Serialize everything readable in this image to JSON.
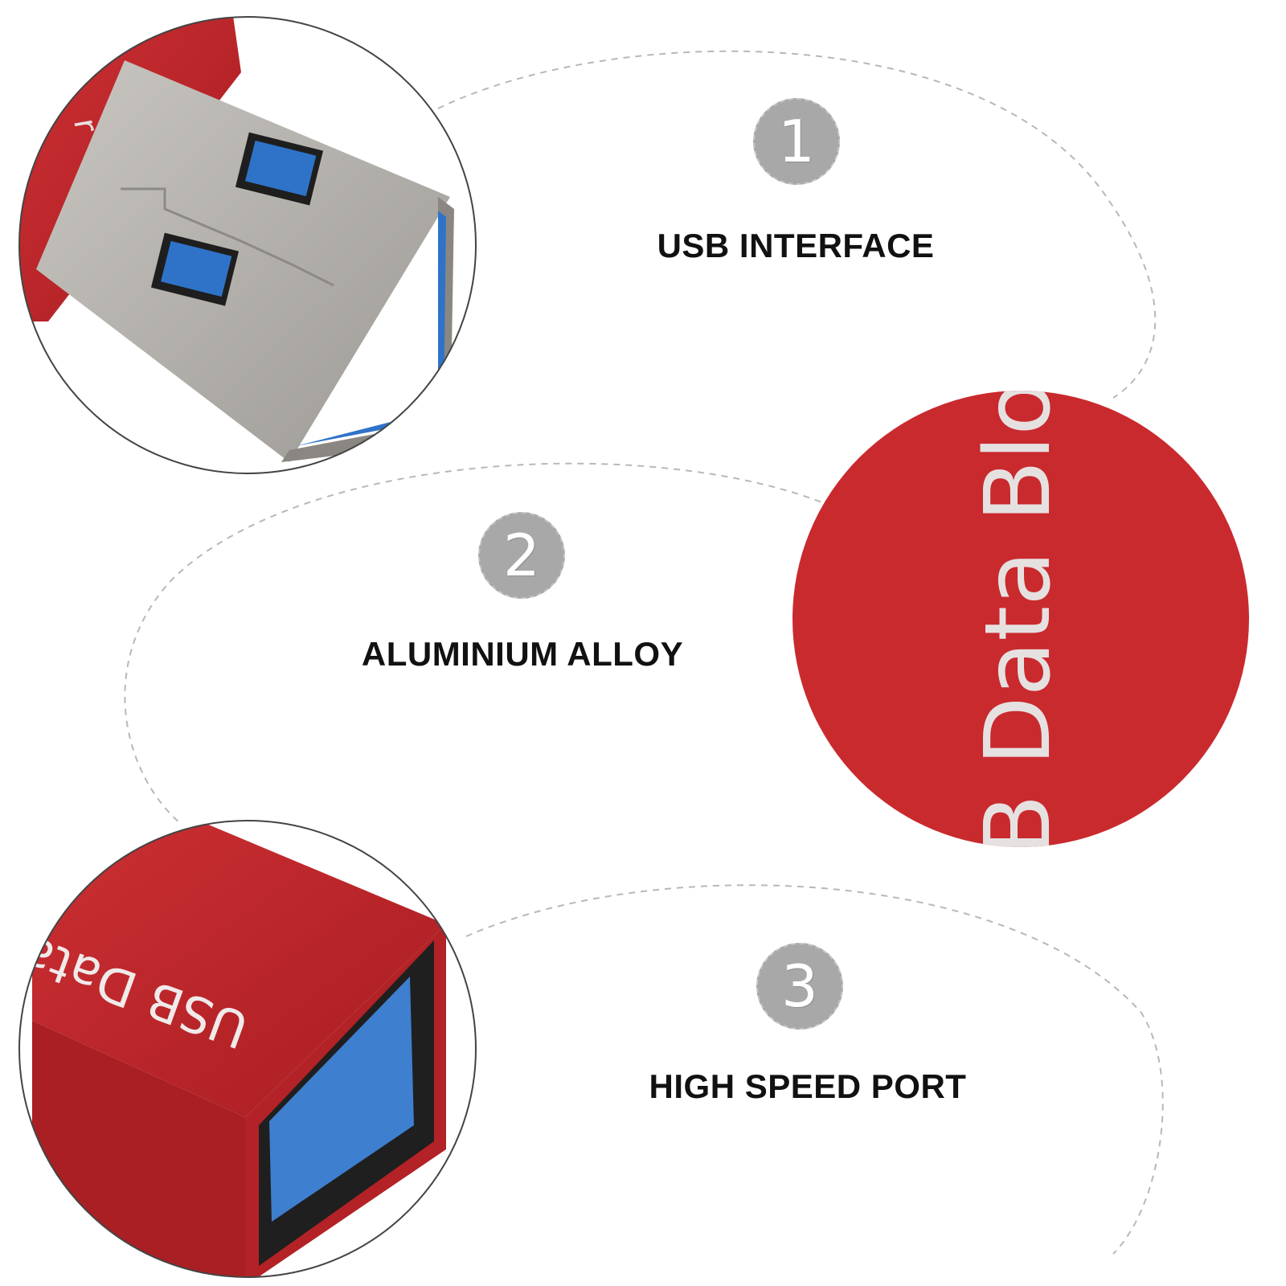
{
  "features": [
    {
      "number": "1",
      "label": "USB INTERFACE"
    },
    {
      "number": "2",
      "label": "ALUMINIUM ALLOY"
    },
    {
      "number": "3",
      "label": "HIGH SPEED PORT"
    }
  ],
  "product_print": {
    "top_fragment": "r",
    "side_text": "B Data Block",
    "bottom_text": "USB Data"
  },
  "colors": {
    "product_red": "#c4262a",
    "metal": "#b9b6b1",
    "usb_blue": "#2f73c9",
    "badge_gray": "#a8a8a8"
  }
}
